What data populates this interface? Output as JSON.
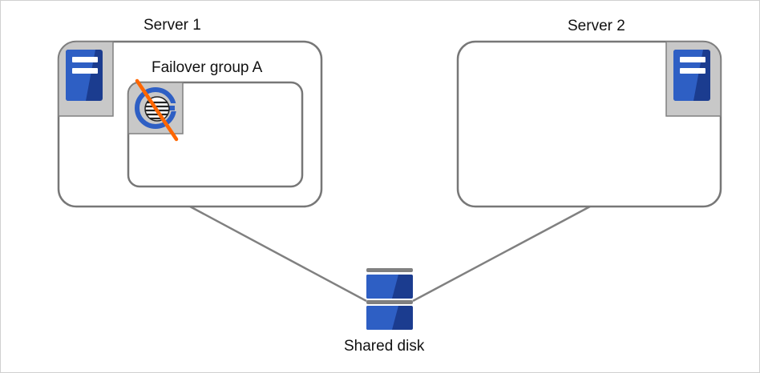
{
  "labels": {
    "server1": "Server 1",
    "server2": "Server 2",
    "failover_group": "Failover group A",
    "shared_disk": "Shared disk"
  },
  "icons": {
    "server": "server-icon",
    "group_resource": "resource-stopped-icon",
    "disk": "disk-icon"
  },
  "colors": {
    "frame_stroke": "#777777",
    "server_blue": "#2e5fc4",
    "server_blue_dark": "#1b3c8f",
    "icon_panel": "#c8c8c8",
    "strike_orange": "#ff6600",
    "disk_cap": "#808080"
  }
}
